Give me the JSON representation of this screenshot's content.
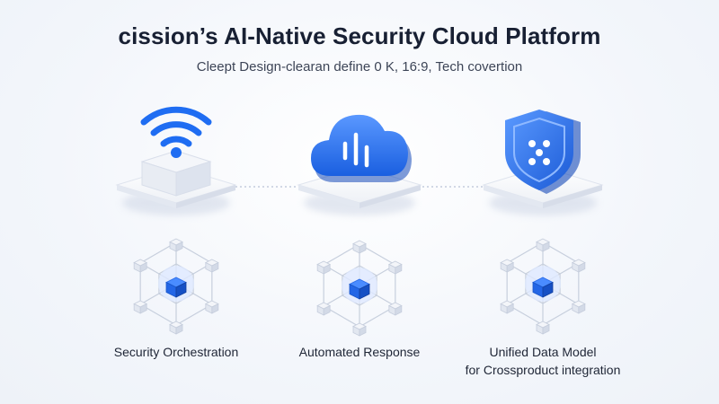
{
  "header": {
    "title": "cission’s AI-Native Security Cloud Platform",
    "subtitle": "Cleept Design-clearan define 0 K, 16:9, Tech covertion"
  },
  "pillars": [
    {
      "icon": "wifi-icon",
      "label": "Security Orchestration"
    },
    {
      "icon": "cloud-icon",
      "label": "Automated Response"
    },
    {
      "icon": "shield-icon",
      "label": "Unified Data Model",
      "label_line2": "for Crossproduct integration"
    }
  ],
  "colors": {
    "accent": "#1f6df2",
    "accent_dark": "#1553c8",
    "node_light": "#e6eaf2",
    "line": "#c7cfdd"
  }
}
